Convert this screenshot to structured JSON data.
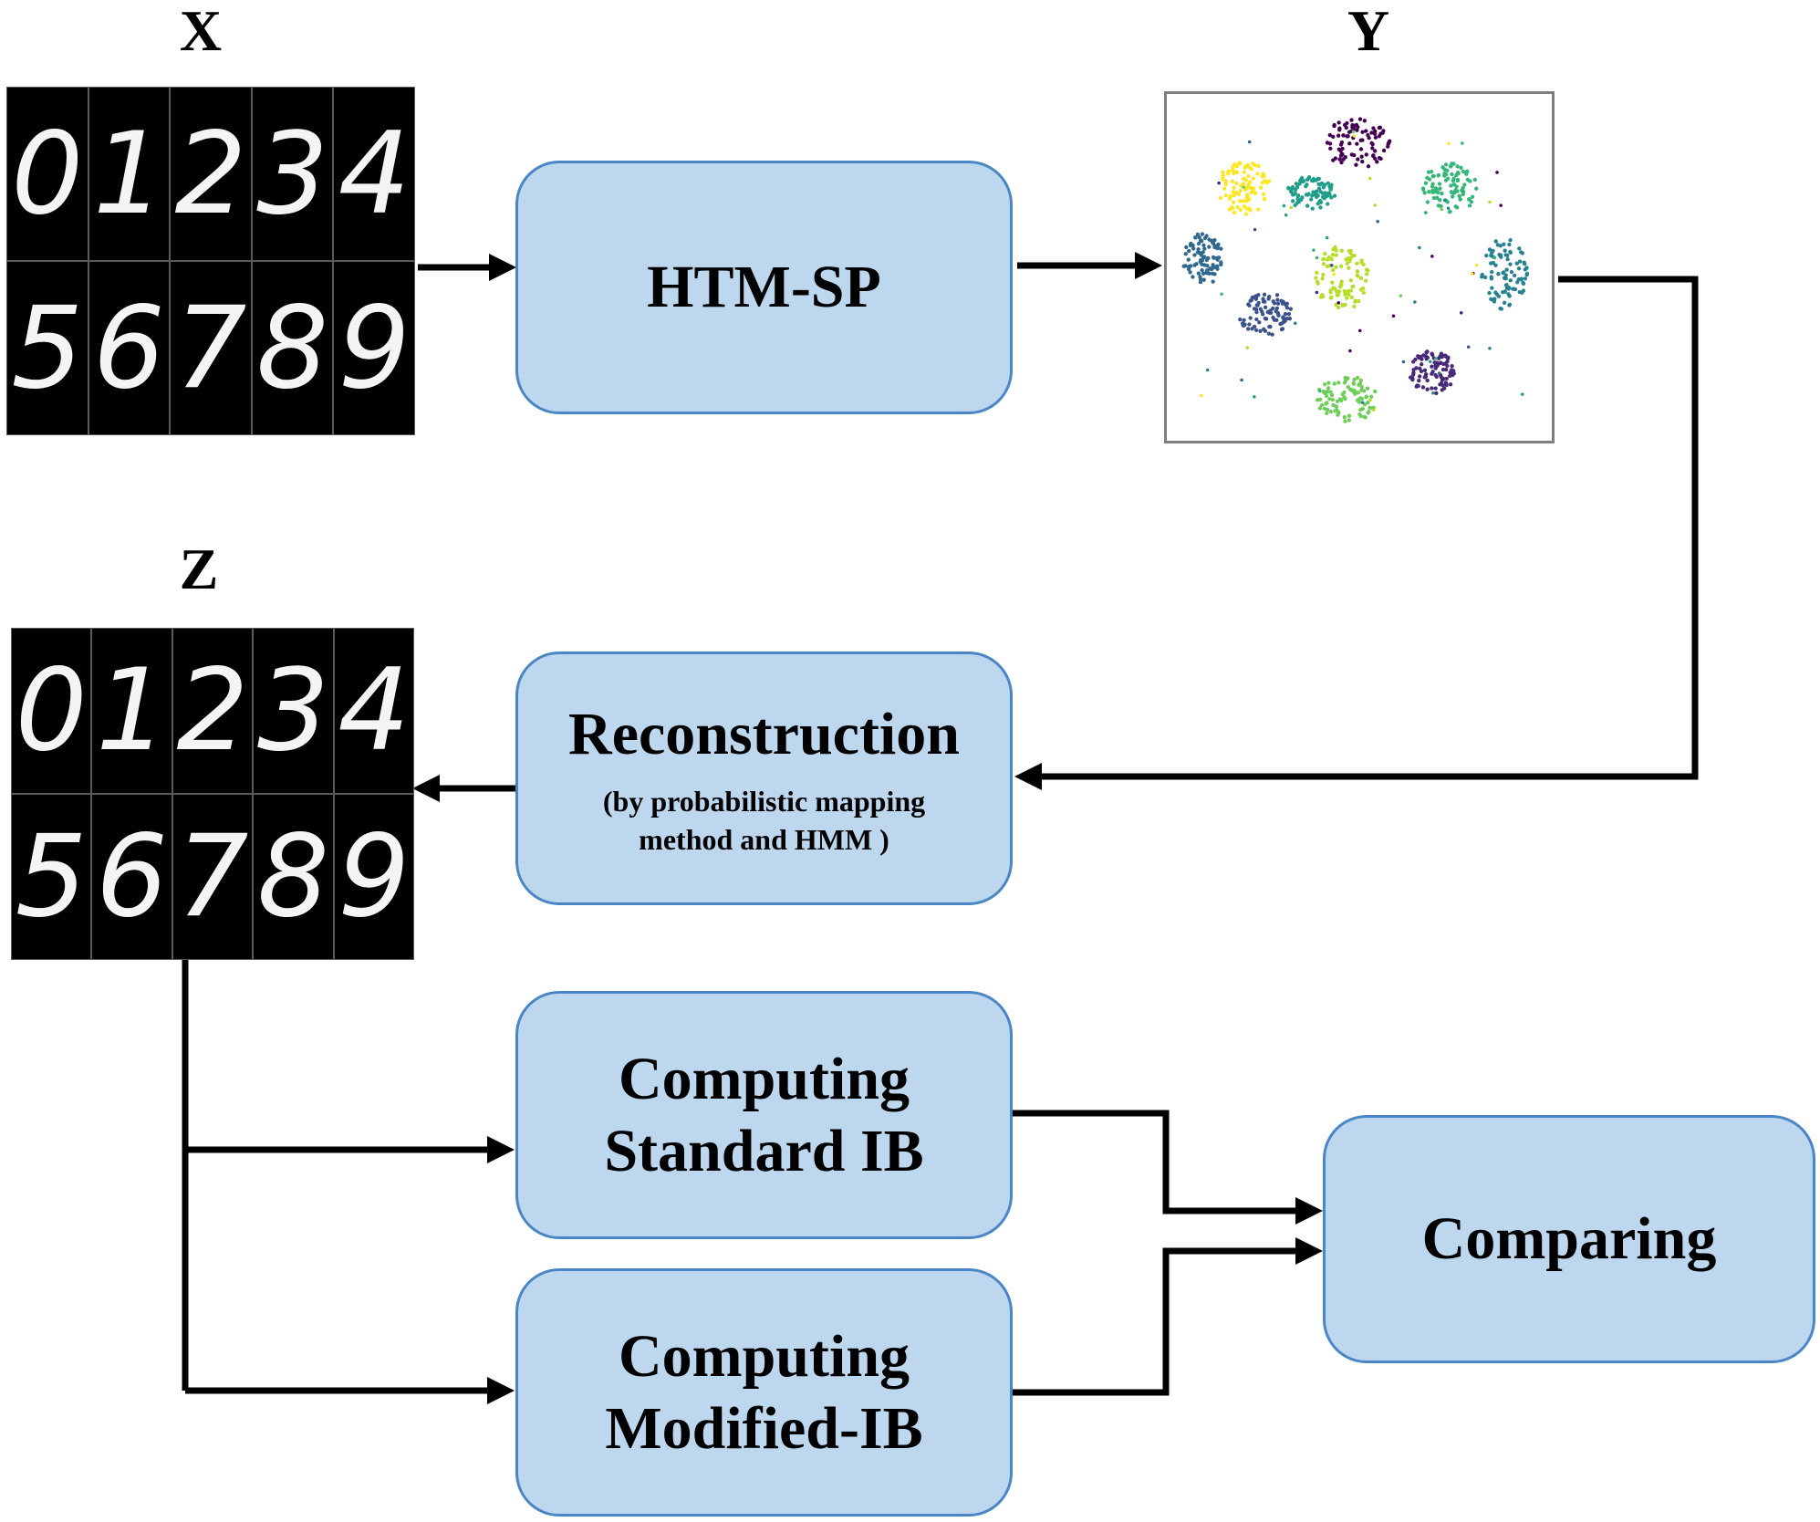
{
  "labels": {
    "x": "X",
    "y": "Y",
    "z": "Z"
  },
  "digits": {
    "x": [
      "0",
      "1",
      "2",
      "3",
      "4",
      "5",
      "6",
      "7",
      "8",
      "9"
    ],
    "z": [
      "0",
      "1",
      "2",
      "3",
      "4",
      "5",
      "6",
      "7",
      "8",
      "9"
    ]
  },
  "boxes": {
    "htm_sp": {
      "title": "HTM-SP"
    },
    "reconstruction": {
      "title": "Reconstruction",
      "subtitle_line1": "(by probabilistic mapping",
      "subtitle_line2": "method and HMM )"
    },
    "standard_ib": {
      "line1": "Computing",
      "line2": "Standard IB"
    },
    "modified_ib": {
      "line1": "Computing",
      "line2": "Modified-IB"
    },
    "comparing": {
      "title": "Comparing"
    }
  },
  "colors": {
    "box_fill": "#bdd7ee",
    "box_border": "#4a86c5",
    "arrow": "#000000",
    "cluster_colors": [
      "#440154",
      "#fde725",
      "#35b779",
      "#31688e",
      "#1f9e89",
      "#3b528b",
      "#6ece58",
      "#26828e",
      "#b5de2b",
      "#482878"
    ]
  }
}
